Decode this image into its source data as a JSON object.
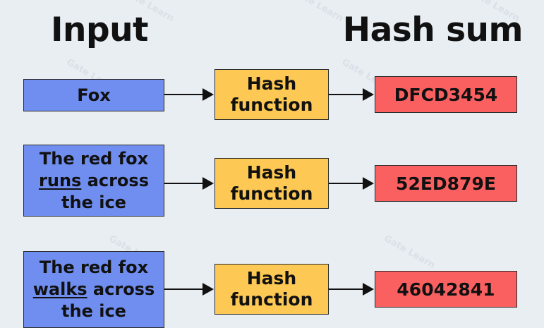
{
  "headings": {
    "input": "Input",
    "output": "Hash sum"
  },
  "rows": [
    {
      "input": {
        "before": "Fox",
        "highlight": "",
        "after": "",
        "line3": ""
      },
      "hash_label_1": "Hash",
      "hash_label_2": "function",
      "output": "DFCD3454"
    },
    {
      "input": {
        "before": "The red fox",
        "highlight": "runs",
        "after": " across",
        "line3": "the ice"
      },
      "hash_label_1": "Hash",
      "hash_label_2": "function",
      "output": "52ED879E"
    },
    {
      "input": {
        "before": "The red fox",
        "highlight": "walks",
        "after": " across",
        "line3": "the ice"
      },
      "hash_label_1": "Hash",
      "hash_label_2": "function",
      "output": "46042841"
    }
  ],
  "colors": {
    "background": "#e9eef3",
    "input_box": "#6f8ef0",
    "hash_box": "#fdc853",
    "output_box": "#fa6060"
  },
  "watermark": "Gate Learn"
}
